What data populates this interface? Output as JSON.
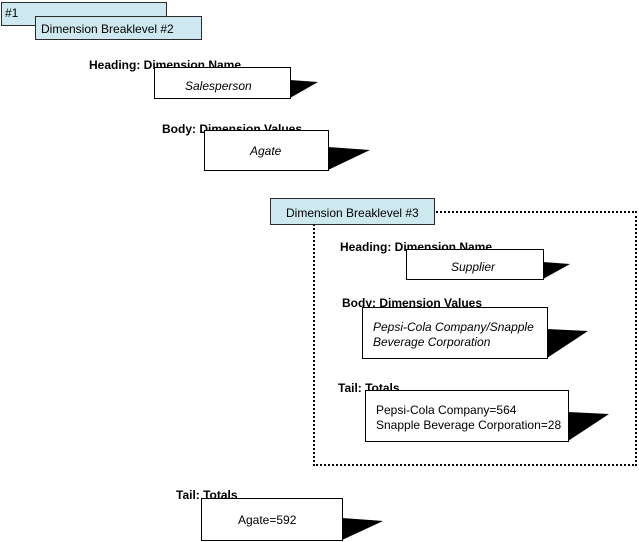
{
  "tabs": {
    "level1": "#1",
    "level2": "Dimension Breaklevel #2",
    "level3": "Dimension Breaklevel #3"
  },
  "outer": {
    "heading_label": "Heading: Dimension Name",
    "heading_value": "Salesperson",
    "body_label": "Body: Dimension Values",
    "body_value": "Agate",
    "tail_label": "Tail: Totals",
    "tail_value": "Agate=592"
  },
  "inner": {
    "heading_label": "Heading: Dimension Name",
    "heading_value": "Supplier",
    "body_label": "Body: Dimension Values",
    "body_value": "Pepsi-Cola Company/Snapple\nBeverage Corporation",
    "tail_label": "Tail: Totals",
    "tail_value": "Pepsi-Cola Company=564\nSnapple Beverage Corporation=28"
  },
  "colors": {
    "tab_fill": "#cde8ef",
    "wedge_fill": "#000000"
  }
}
